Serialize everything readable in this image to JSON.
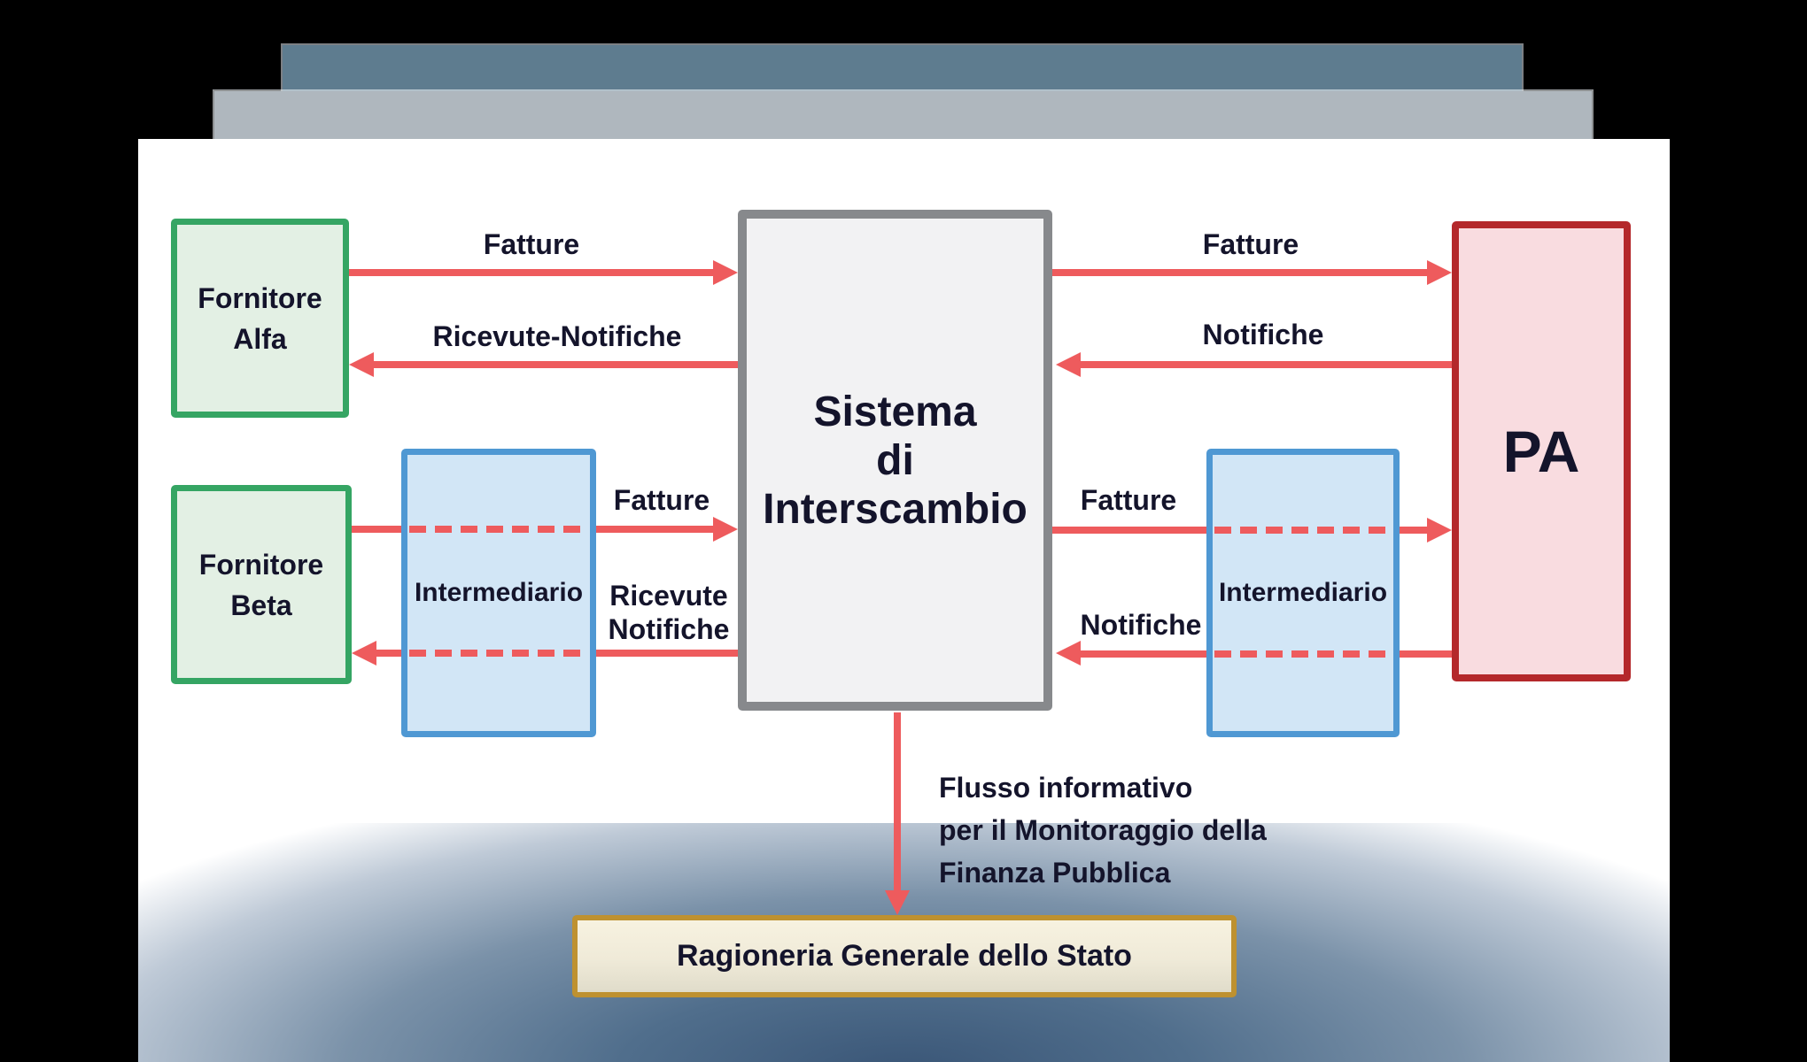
{
  "diagram": {
    "boxes": {
      "fornitore_alfa": {
        "lines": [
          "Fornitore",
          "Alfa"
        ]
      },
      "fornitore_beta": {
        "lines": [
          "Fornitore",
          "Beta"
        ]
      },
      "intermediario_left": {
        "label": "Intermediario"
      },
      "intermediario_right": {
        "label": "Intermediario"
      },
      "sistema": {
        "lines": [
          "Sistema",
          "di",
          "Interscambio"
        ]
      },
      "pa": {
        "label": "PA"
      },
      "ragioneria": {
        "label": "Ragioneria Generale dello Stato"
      }
    },
    "flows": {
      "alfa_to_sdi": "Fatture",
      "sdi_to_alfa": "Ricevute-Notifiche",
      "sdi_to_pa": "Fatture",
      "pa_to_sdi": "Notifiche",
      "beta_to_sdi": "Fatture",
      "sdi_to_beta": [
        "Ricevute",
        "Notifiche"
      ],
      "sdi_to_interm_right": "Fatture",
      "interm_right_to_sdi": "Notifiche",
      "monitoring_note": [
        "Flusso informativo",
        "per il Monitoraggio della",
        "Finanza Pubblica"
      ]
    },
    "colors": {
      "background": "#000000",
      "slide": "#FFFFFF",
      "bar_dark": "#5E7C8F",
      "bar_light": "#AFB7BE",
      "arrow_red": "#EE5B5D",
      "green_border": "#35A563",
      "green_fill": "#E3F0E4",
      "blue_border": "#4F98D3",
      "blue_fill": "#D2E6F6",
      "gray_border": "#87898C",
      "gray_fill": "#F2F2F3",
      "dark_red_border": "#B4282B",
      "pink_fill": "#F9DCE0",
      "gold_border": "#BE9130",
      "cream_fill": "#F7F2E0",
      "glow_blue": "#3A5677",
      "text": "#14142B"
    }
  }
}
